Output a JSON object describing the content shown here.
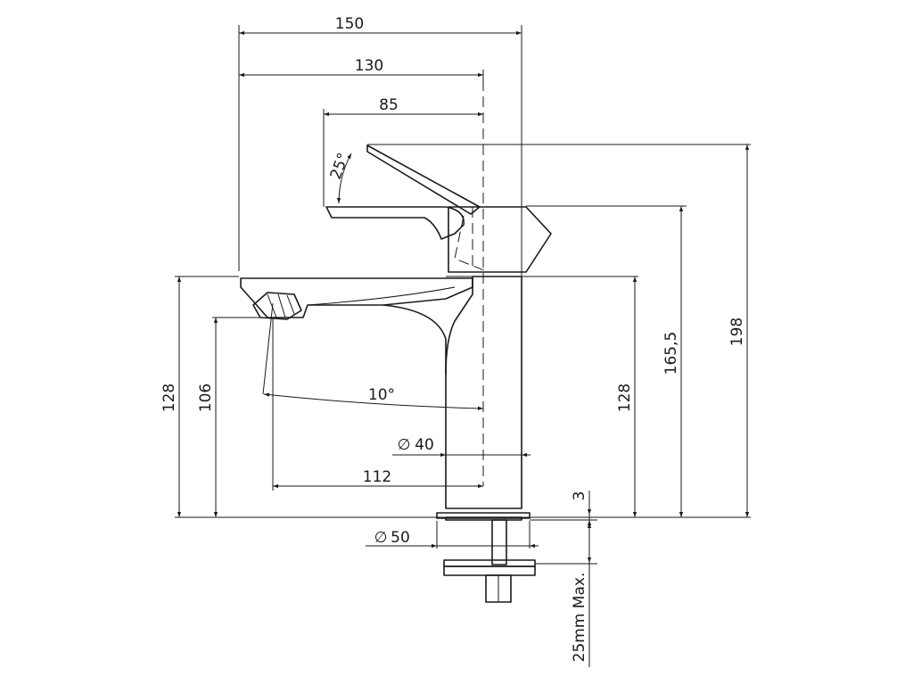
{
  "dimensions": {
    "overall_width": "150",
    "spout_reach": "130",
    "lever_length": "85",
    "lever_angle": "25°",
    "overall_height": "198",
    "lever_height": "165,5",
    "spout_height_left": "128",
    "spout_height_right": "128",
    "outlet_height": "106",
    "spout_angle": "10°",
    "body_diameter": "40",
    "outlet_reach": "112",
    "base_diameter": "50",
    "base_thickness": "3",
    "counter_max": "25mm Max."
  },
  "symbols": {
    "diameter": "∅"
  }
}
